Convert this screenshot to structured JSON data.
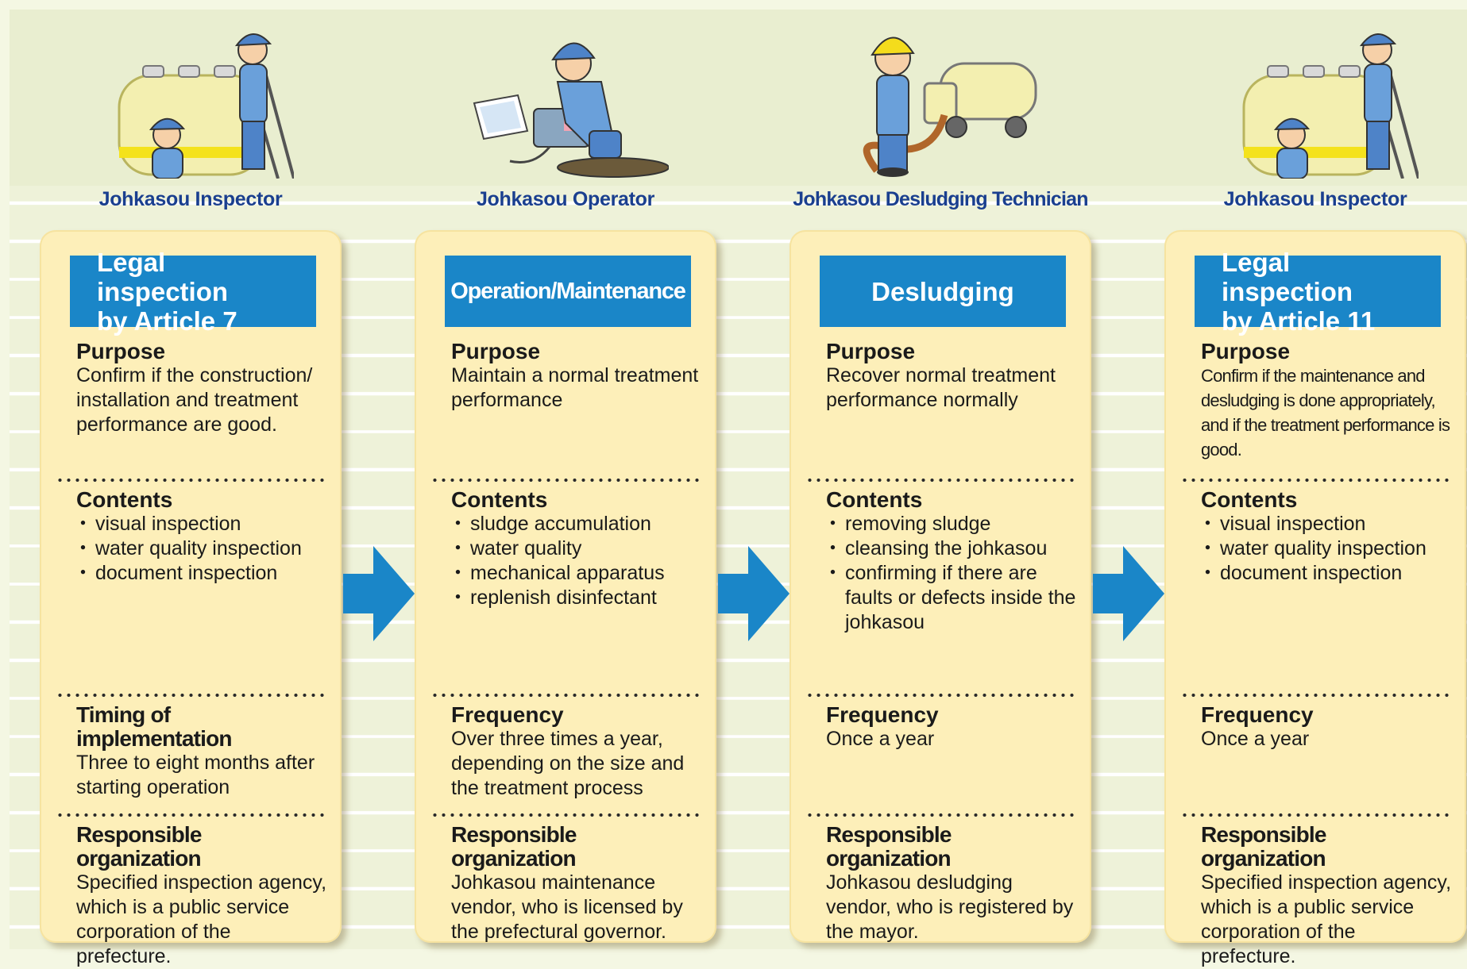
{
  "colors": {
    "title_bg": "#1a86c8",
    "role_text": "#1a3f8f",
    "card_bg": "#fdefb9",
    "arrow": "#1a86c8"
  },
  "steps": [
    {
      "role": "Johkasou Inspector",
      "illustration": "inspector-climbing-tank-icon",
      "title": "Legal inspection\nby Article 7",
      "purpose_heading": "Purpose",
      "purpose_text": "Confirm if the construction/ installation and treatment performance are good.",
      "contents_heading": "Contents",
      "contents": [
        "visual inspection",
        "water quality inspection",
        "document inspection"
      ],
      "timing_heading": "Timing of implementation",
      "timing_text": "Three to eight months after starting operation",
      "org_heading": "Responsible organization",
      "org_text": "Specified inspection agency, which is a public service corporation of the prefecture."
    },
    {
      "role": "Johkasou Operator",
      "illustration": "operator-with-laptop-icon",
      "title": "Operation/Maintenance",
      "purpose_heading": "Purpose",
      "purpose_text": "Maintain a normal treatment performance",
      "contents_heading": "Contents",
      "contents": [
        "sludge accumulation",
        "water quality",
        "mechanical apparatus",
        "replenish disinfectant"
      ],
      "timing_heading": "Frequency",
      "timing_text": "Over three times a year, depending on the size and the treatment process",
      "org_heading": "Responsible organization",
      "org_text": "Johkasou maintenance vendor, who is licensed by the prefectural governor."
    },
    {
      "role": "Johkasou Desludging Technician",
      "illustration": "technician-with-vacuum-truck-icon",
      "title": "Desludging",
      "purpose_heading": "Purpose",
      "purpose_text": "Recover normal treatment performance normally",
      "contents_heading": "Contents",
      "contents": [
        "removing sludge",
        "cleansing the johkasou",
        "confirming if there are faults or defects inside the johkasou"
      ],
      "timing_heading": "Frequency",
      "timing_text": "Once a year",
      "org_heading": "Responsible organization",
      "org_text": "Johkasou desludging vendor, who is registered by the mayor."
    },
    {
      "role": "Johkasou Inspector",
      "illustration": "inspector-climbing-tank-icon",
      "title": "Legal inspection\nby Article 11",
      "purpose_heading": "Purpose",
      "purpose_text": "Confirm if the maintenance and desludging is done appropriately, and if the treatment performance is good.",
      "contents_heading": "Contents",
      "contents": [
        "visual inspection",
        "water quality inspection",
        "document inspection"
      ],
      "timing_heading": "Frequency",
      "timing_text": "Once a year",
      "org_heading": "Responsible organization",
      "org_text": "Specified inspection agency, which is a public service corporation of the prefecture."
    }
  ]
}
